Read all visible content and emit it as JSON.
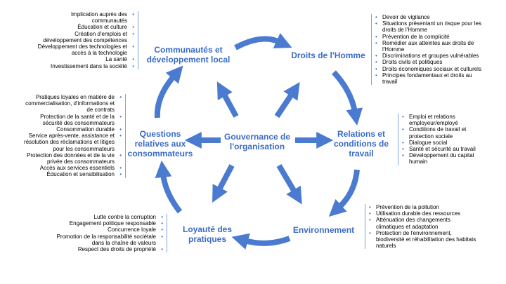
{
  "colors": {
    "accent": "#3a6bc6",
    "arrow": "#4a7bd0",
    "bracket": "#7fa3d9"
  },
  "center": {
    "label": "Gouvernance de\nl'organisation"
  },
  "nodes": {
    "communautes": "Communautés et\ndéveloppement local",
    "droits": "Droits de l'Homme",
    "relations": "Relations et\nconditions de\ntravail",
    "environnement": "Environnement",
    "loyaute": "Loyauté des\npratiques",
    "questions": "Questions\nrelatives aux\nconsommateurs"
  },
  "lists": {
    "communautes": [
      "Implication auprès des\ncommunautés",
      "Éducation et culture",
      "Création d'emplois et\ndéveloppement des compétences",
      "Développement des technologies et\naccès à la technologie",
      "La santé",
      "Investissement dans la société"
    ],
    "droits": [
      "Devoir de vigilance",
      "Situations présentant un risque pour les\ndroits de l'Homme",
      "Prévention de la complicité",
      "Remédier aux atteintes aux droits de\nl'Homme",
      "Discriminations et groupes vulnérables",
      "Droits civils et politiques",
      "Droits économiques sociaux et culturels",
      "Principes fondamentaux et droits au\ntravail"
    ],
    "relations": [
      "Emploi et relations\nemployeur/employé",
      "Conditions de travail et\nprotection sociale",
      "Dialogue social",
      "Santé et sécurité au travail",
      "Développement du capital\nhumain"
    ],
    "environnement": [
      "Prévention de la pollution",
      "Utilisation durable des ressources",
      "Atténuation des changements\nclimatiques et adaptation",
      "Protection de l'environnement,\nbiodiversité et réhabilitation des habitats\nnaturels"
    ],
    "loyaute": [
      "Lutte contre la corruption",
      "Engagement politique responsable",
      "Concurrence loyale",
      "Promotion de la responsabilité sociétale\ndans la chaîne de valeurs",
      "Respect des droits de propriété"
    ],
    "questions": [
      "Pratiques loyales en matière de\ncommercialisation, d'informations et\nde contrats",
      "Protection de la santé et de la\nsécurité des consommateurs",
      "Consommation durable",
      "Service après-vente, assistance et\nrésolution des réclamations et litiges\npour les consommateurs",
      "Protection des données et de la vie\nprivée des consommateurs",
      "Accès aux services essentiels",
      "Éducation et sensibilisation"
    ]
  }
}
